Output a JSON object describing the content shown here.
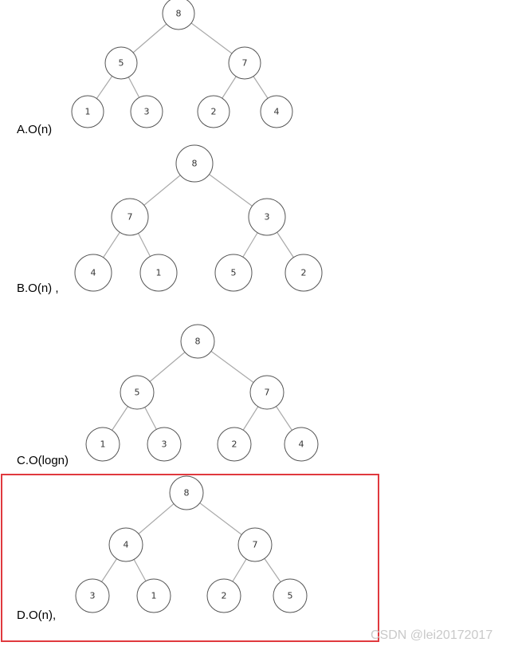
{
  "options": [
    {
      "label": "A.O(n)",
      "tree": [
        "8",
        "5",
        "7",
        "1",
        "3",
        "2",
        "4"
      ]
    },
    {
      "label": "B.O(n) ,",
      "tree": [
        "8",
        "7",
        "3",
        "4",
        "1",
        "5",
        "2"
      ]
    },
    {
      "label": "C.O(logn)",
      "tree": [
        "8",
        "5",
        "7",
        "1",
        "3",
        "2",
        "4"
      ]
    },
    {
      "label": "D.O(n),",
      "tree": [
        "8",
        "4",
        "7",
        "3",
        "1",
        "2",
        "5"
      ]
    }
  ],
  "selected_option": "D",
  "highlight_color": "#e0393e",
  "watermark": "CSDN @lei20172017"
}
